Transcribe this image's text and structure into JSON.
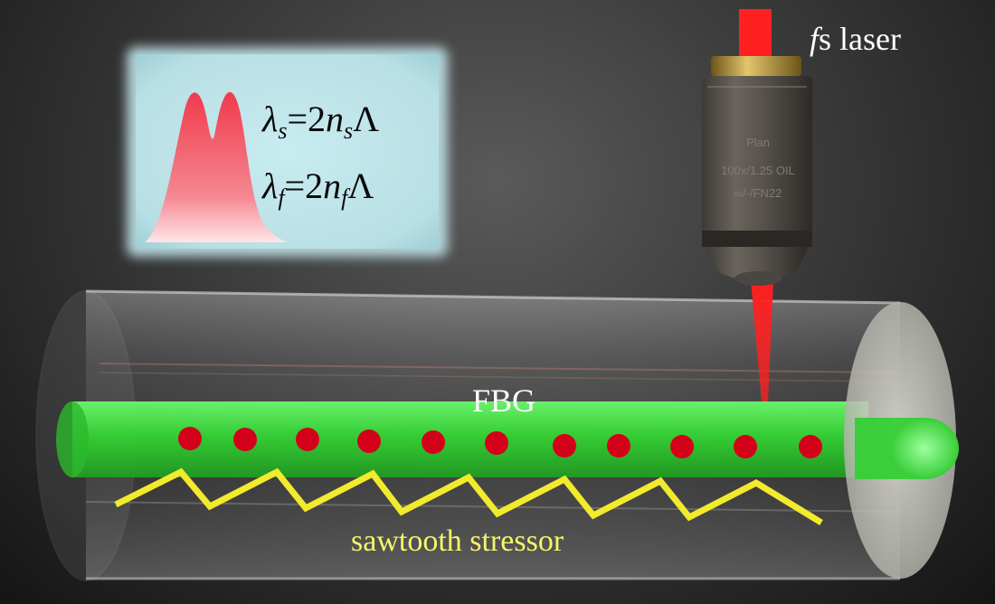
{
  "labels": {
    "fbg": "FBG",
    "stressor": "sawtooth stressor",
    "laser_prefix": "f",
    "laser_suffix": "s laser"
  },
  "equations": {
    "slow": {
      "lambda": "λ",
      "sub": "s",
      "equals": "=2",
      "n": "n",
      "nsub": "s",
      "grating": "Λ"
    },
    "fast": {
      "lambda": "λ",
      "sub": "f",
      "equals": "=2",
      "n": "n",
      "nsub": "f",
      "grating": "Λ"
    }
  },
  "objective": {
    "line1": "Plan",
    "line2": "100x/1.25 OIL",
    "line3": "∞/-/FN22"
  },
  "colors": {
    "core": "#3be03b",
    "grating_dots": "#d4001a",
    "stressor": "#f2ea2c",
    "laser": "#ff2020",
    "inset_bg": "#bfe3e8",
    "peak": "#f04a5a"
  }
}
